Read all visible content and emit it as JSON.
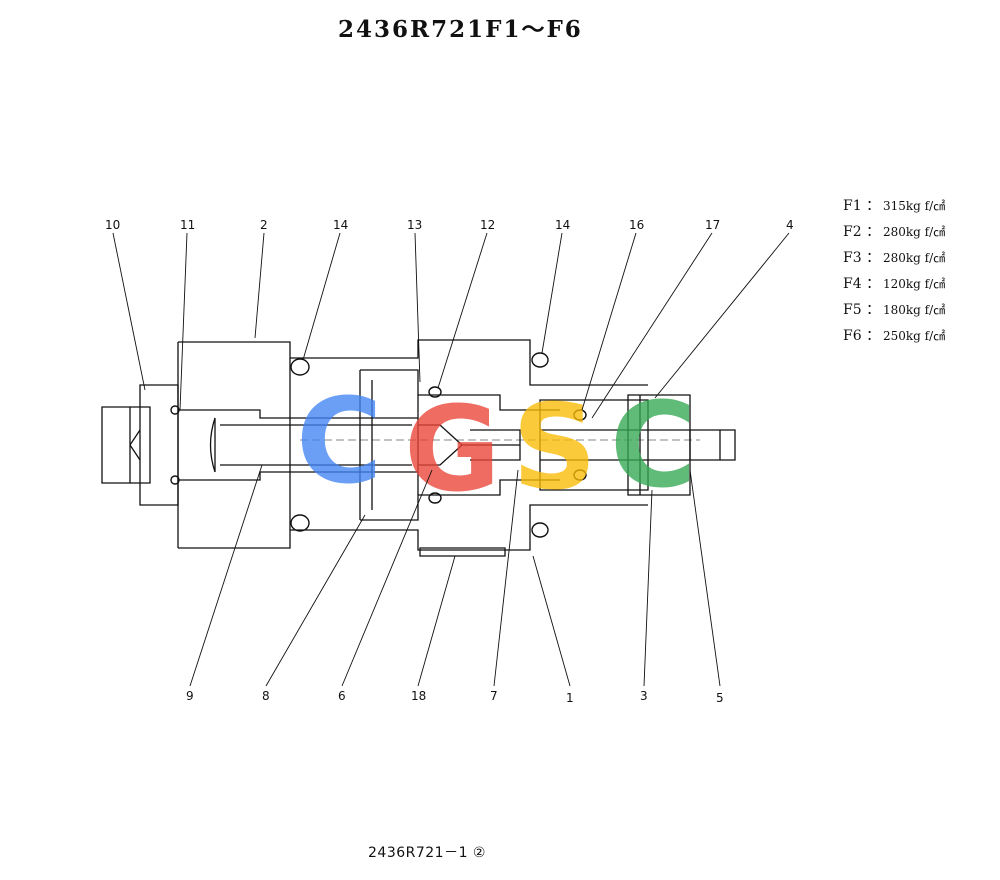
{
  "title": "2436R721F1～F6",
  "footer": "2436R721－1 ②",
  "specs": [
    {
      "code": "F1 ：",
      "value": "315kg f/㎠"
    },
    {
      "code": "F2 ：",
      "value": "280kg f/㎠"
    },
    {
      "code": "F3 ：",
      "value": "280kg f/㎠"
    },
    {
      "code": "F4 ：",
      "value": "120kg f/㎠"
    },
    {
      "code": "F5 ：",
      "value": "180kg f/㎠"
    },
    {
      "code": "F6 ：",
      "value": "250kg f/㎠"
    }
  ],
  "callouts_top": [
    "10",
    "11",
    "2",
    "14",
    "13",
    "12",
    "14",
    "16",
    "17",
    "4"
  ],
  "callouts_bottom": [
    "9",
    "8",
    "6",
    "18",
    "7",
    "1",
    "3",
    "5"
  ],
  "watermark": {
    "letters": [
      "C",
      "G",
      "S",
      "C"
    ],
    "colors": [
      "#4285F4",
      "#EA4335",
      "#FBBC05",
      "#34A853"
    ]
  }
}
